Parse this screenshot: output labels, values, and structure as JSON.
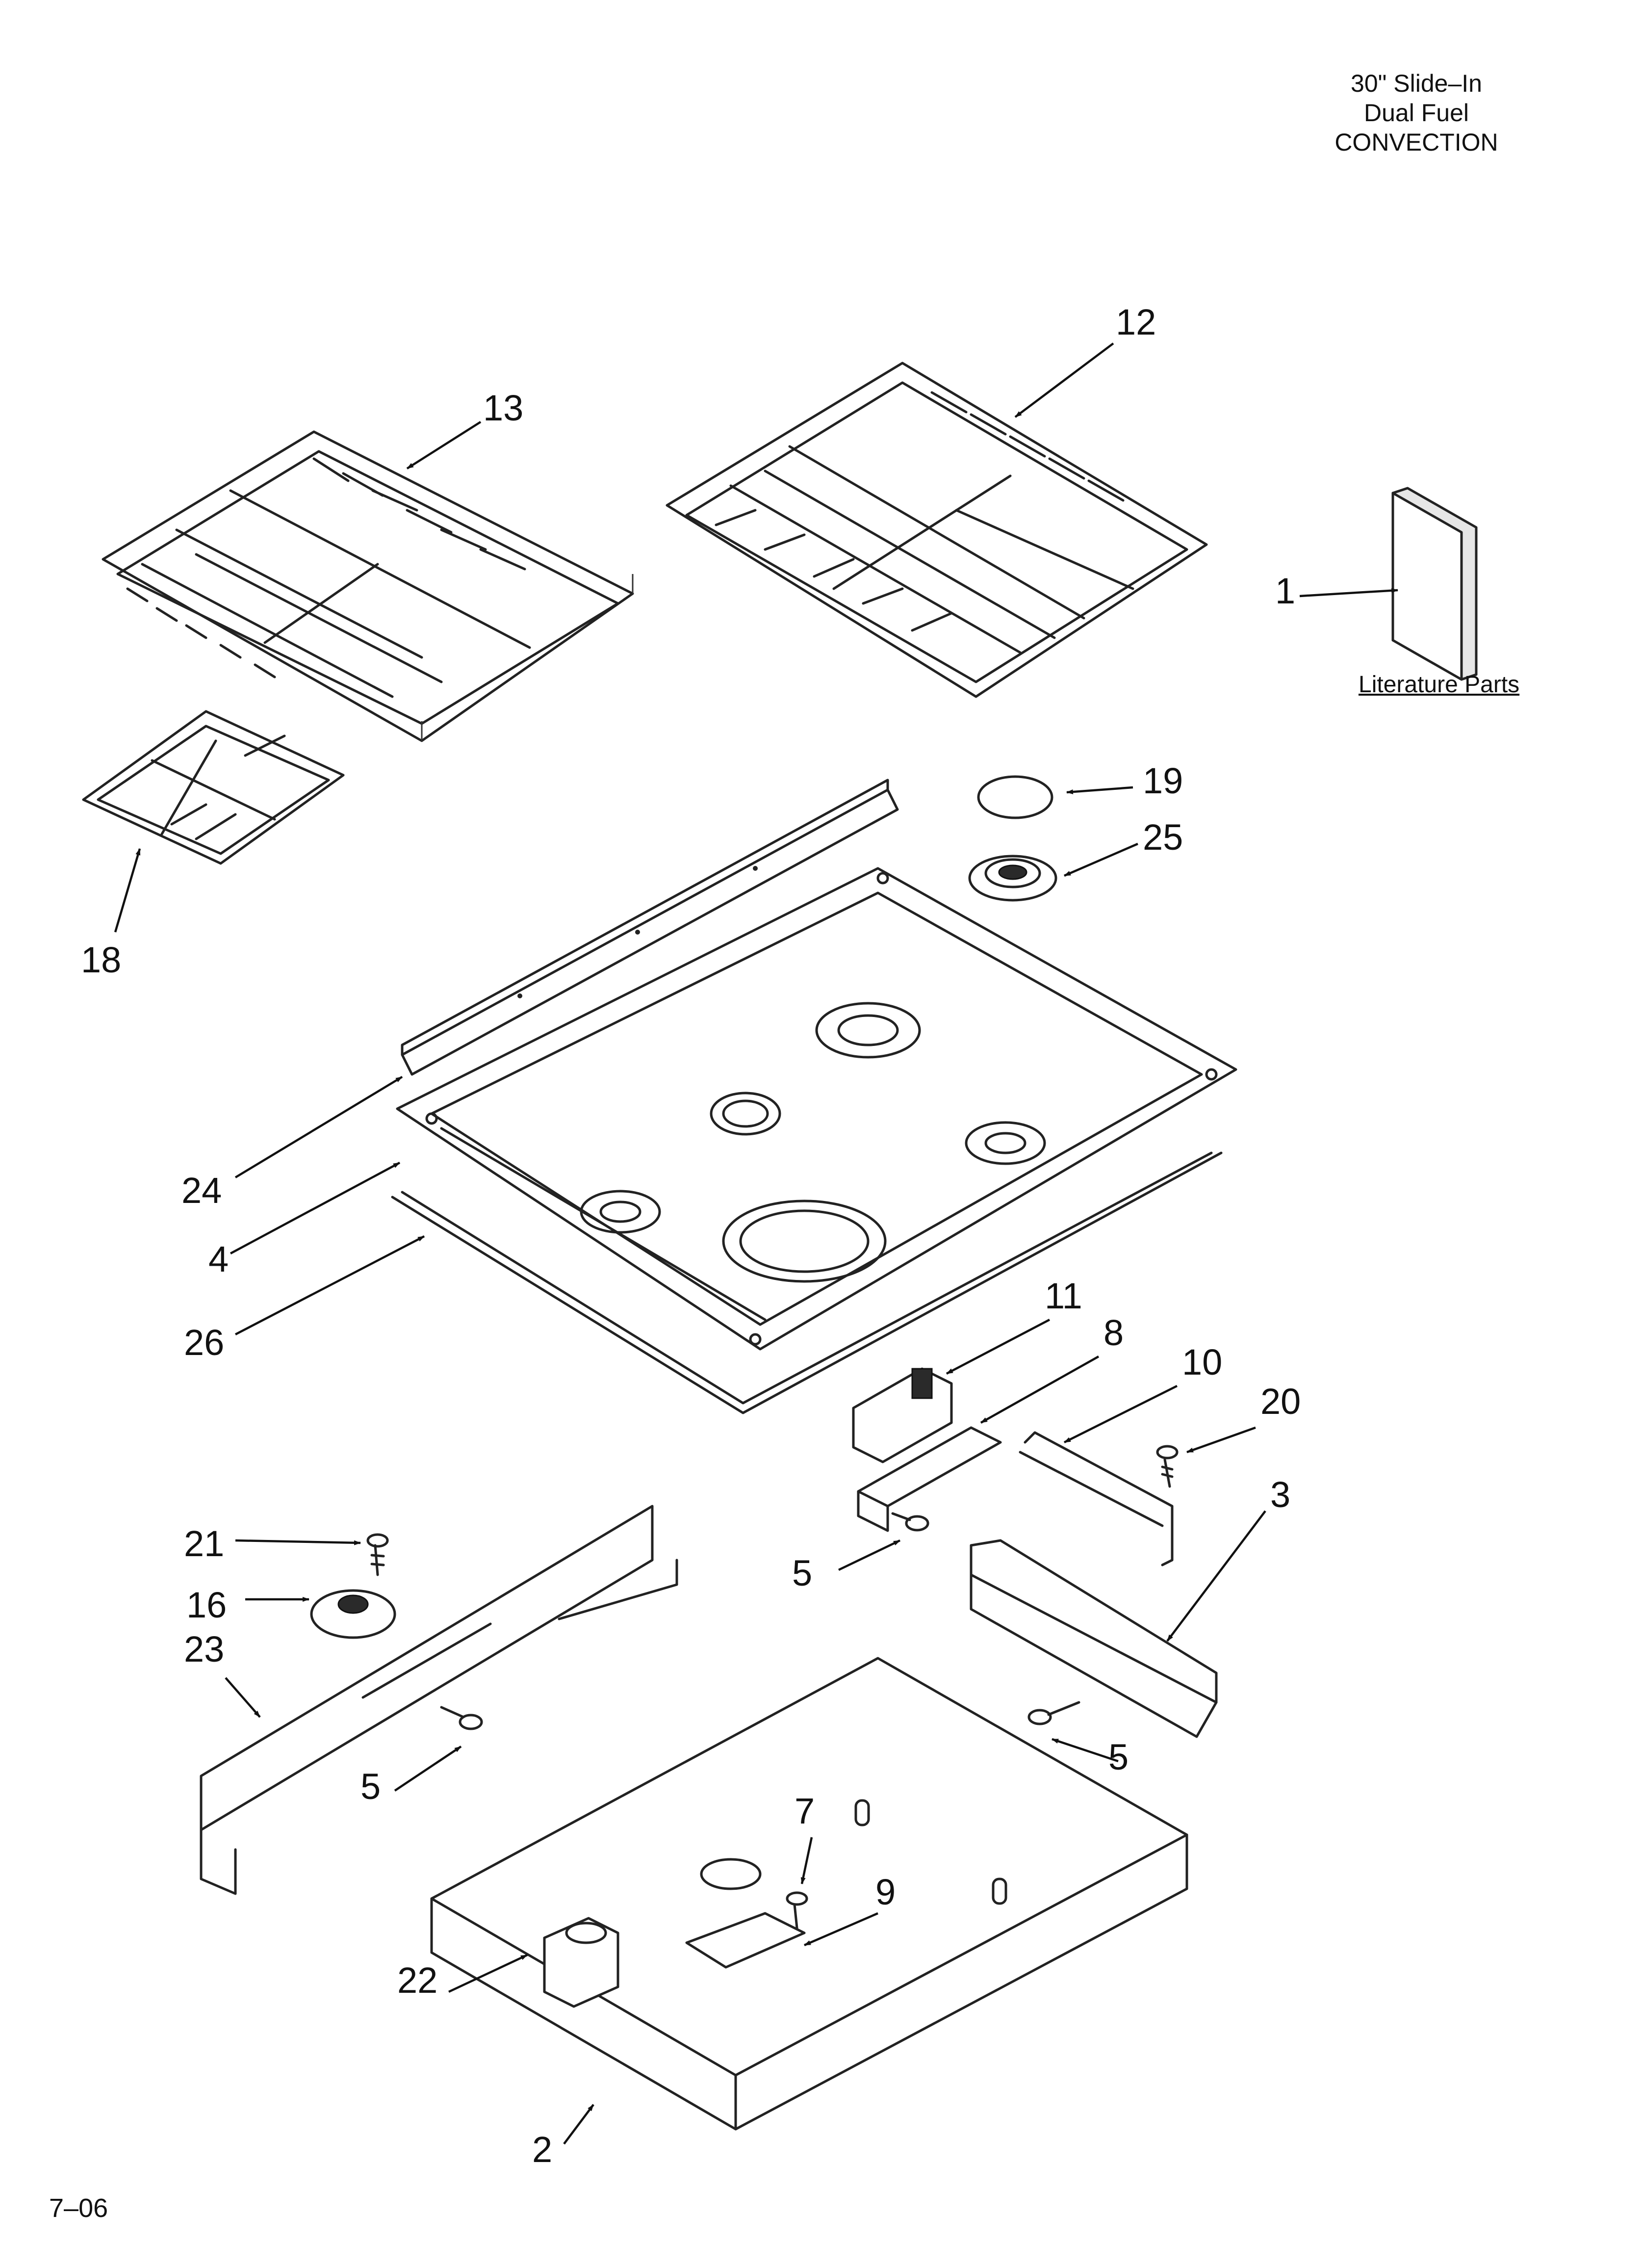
{
  "header": {
    "lines": [
      "30\" Slide–In",
      "Dual Fuel",
      "CONVECTION"
    ]
  },
  "literature_caption": "Literature Parts",
  "footer_code": "7–06",
  "callouts": {
    "c1": "1",
    "c2": "2",
    "c3": "3",
    "c4": "4",
    "c5a": "5",
    "c5b": "5",
    "c5c": "5",
    "c7": "7",
    "c8": "8",
    "c9": "9",
    "c10": "10",
    "c11": "11",
    "c12": "12",
    "c13": "13",
    "c16": "16",
    "c18": "18",
    "c19": "19",
    "c20": "20",
    "c21": "21",
    "c22": "22",
    "c23": "23",
    "c24": "24",
    "c25": "25",
    "c26": "26"
  },
  "colors": {
    "line": "#222222",
    "paper": "#ffffff"
  }
}
